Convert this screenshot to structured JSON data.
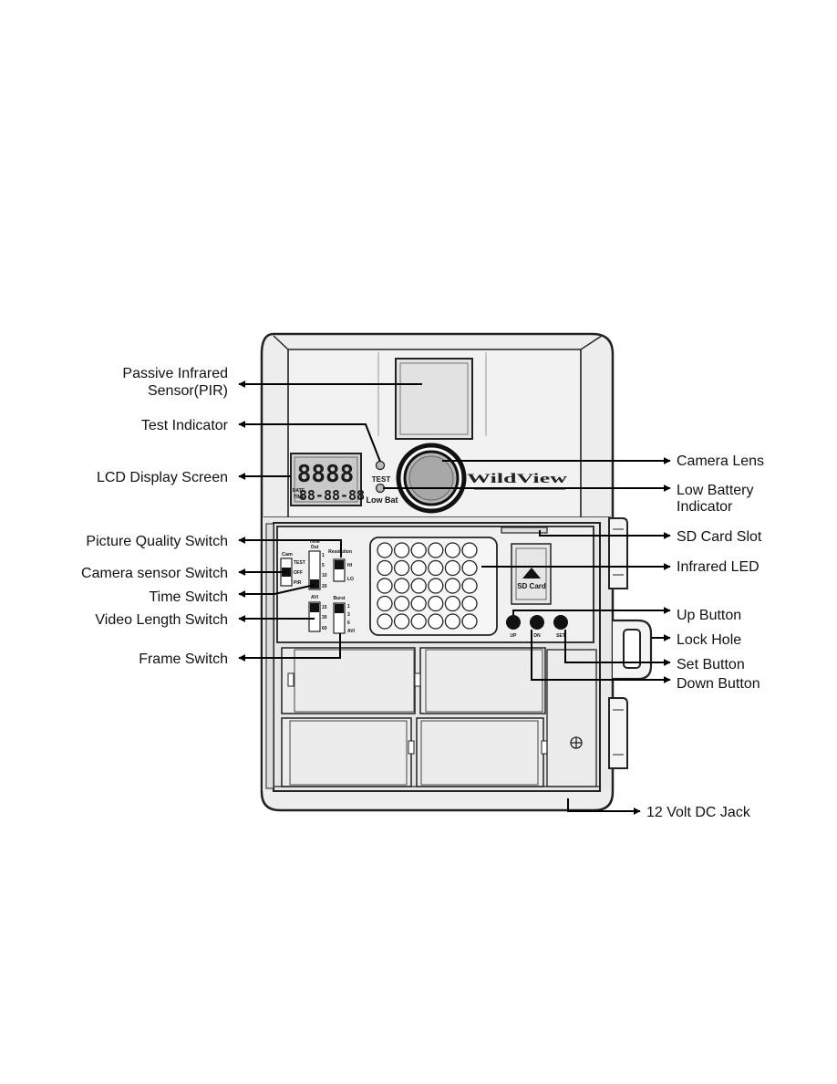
{
  "labels": {
    "pir_1": "Passive Infrared",
    "pir_2": "Sensor(PIR)",
    "test_indicator": "Test Indicator",
    "lcd_display": "LCD Display Screen",
    "picture_quality": "Picture Quality Switch",
    "camera_sensor": "Camera sensor Switch",
    "time_switch": "Time Switch",
    "video_length": "Video Length Switch",
    "frame_switch": "Frame Switch",
    "camera_lens": "Camera Lens",
    "low_battery_1": "Low Battery",
    "low_battery_2": "Indicator",
    "sd_card_slot": "SD Card  Slot",
    "infrared_led": "Infrared LED",
    "up_button": "Up Button",
    "lock_hole": "Lock Hole",
    "set_button": "Set Button",
    "down_button": "Down Button",
    "dc_jack": "12 Volt DC Jack"
  },
  "device": {
    "brand": "WildView",
    "test_led_label": "TEST",
    "low_bat_label": "Low Bat",
    "lcd_top": "8888",
    "lcd_bottom": "88-88-88",
    "lcd_date": "DATE",
    "lcd_time": "TIME",
    "sd_card": "SD Card",
    "btn_up": "UP",
    "btn_down": "DN",
    "btn_set": "SET",
    "switch_cam": {
      "title": "Cam",
      "options": [
        "TEST",
        "OFF",
        "PIR"
      ]
    },
    "switch_timeout": {
      "title_1": "Time",
      "title_2": "Out",
      "options": [
        "1",
        "5",
        "10",
        "20"
      ]
    },
    "switch_resolution": {
      "title": "Resolution",
      "options": [
        "HI",
        "LO"
      ]
    },
    "switch_avi": {
      "title": "AVI",
      "options": [
        "15",
        "30",
        "60"
      ]
    },
    "switch_burst": {
      "title": "Burst",
      "options": [
        "1",
        "3",
        "6",
        "AVI"
      ]
    }
  }
}
